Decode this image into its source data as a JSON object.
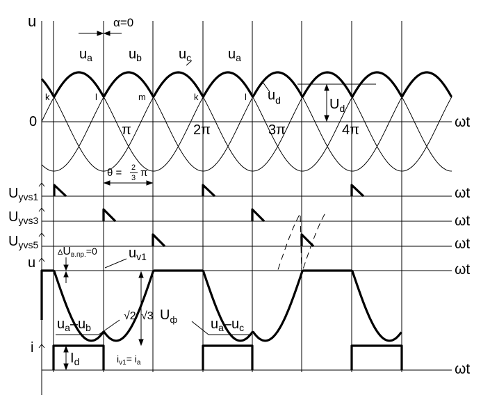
{
  "labels": {
    "u_axis": "u",
    "zero": "0",
    "omega_t": "ωt",
    "alpha": "α=0",
    "phase_a": "u",
    "phase_a_sub": "a",
    "phase_b": "u",
    "phase_b_sub": "b",
    "phase_c": "u",
    "phase_c_sub": "c",
    "pt_k": "k",
    "pt_l": "l",
    "pt_m": "m",
    "ud": "u",
    "ud_sub": "d",
    "Ud": "U",
    "Ud_sub": "d",
    "pi": "π",
    "two_pi": "2π",
    "three_pi": "3π",
    "four_pi": "4π",
    "theta": "θ =",
    "theta_num": "2",
    "theta_den": "3",
    "theta_pi": "π",
    "uyvs1": "U",
    "uyvs1_sub": "yvs1",
    "uyvs3": "U",
    "uyvs3_sub": "yvs3",
    "uyvs5": "U",
    "uyvs5_sub": "yvs5",
    "u_valve": "u",
    "delta_u": "ΔU",
    "delta_u_sub": "в.пр.",
    "delta_u_tail": "=0",
    "uv1": "u",
    "uv1_sub": "v1",
    "sqrt2": "√2",
    "sqrt3": "√3",
    "u_phi": "U",
    "u_phi_sub": "ф",
    "ua_ub": "u",
    "ua_ub_a": "a",
    "ua_ub_mid": "–u",
    "ua_ub_b": "b",
    "ua_uc": "u",
    "ua_uc_a": "a",
    "ua_uc_mid": "–u",
    "ua_uc_c": "c",
    "i_axis": "i",
    "Id": "I",
    "Id_sub": "d",
    "iv1": "i",
    "iv1_sub": "v1",
    "iv1_eq": "= i",
    "iv1_a": "a"
  }
}
